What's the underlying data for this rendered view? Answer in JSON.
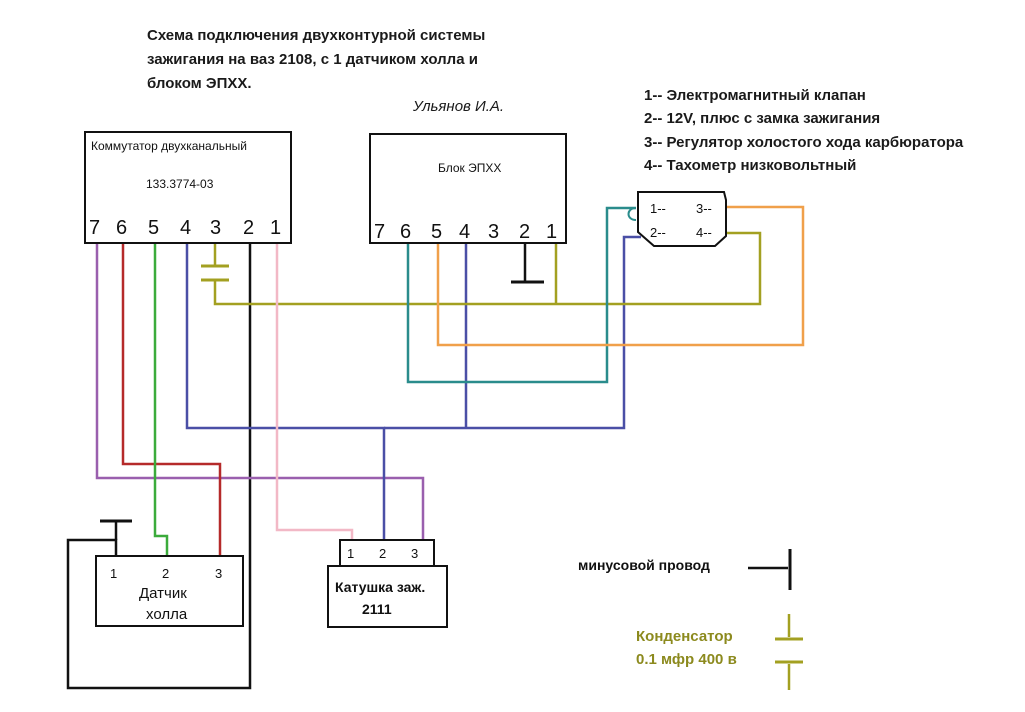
{
  "title": {
    "line1": "Схема подключения двухконтурной системы",
    "line2": "зажигания на ваз 2108, с  1 датчиком холла и",
    "line3": "блоком ЭПХХ."
  },
  "author": "Ульянов И.А.",
  "legend": [
    "1-- Электромагнитный клапан",
    "2-- 12V, плюс с замка зажигания",
    "3-- Регулятор холостого хода карбюратора",
    "4-- Тахометр низковольтный"
  ],
  "switch": {
    "name": "Коммутатор двухканальный",
    "part": "133.3774-03",
    "pins": [
      "7",
      "6",
      "5",
      "4",
      "3",
      "2",
      "1"
    ]
  },
  "epxx": {
    "name": "Блок ЭПХХ",
    "pins": [
      "7",
      "6",
      "5",
      "4",
      "3",
      "2",
      "1"
    ]
  },
  "connector": {
    "p1": "1--",
    "p2": "2--",
    "p3": "3--",
    "p4": "4--"
  },
  "hall_sensor": {
    "name_line1": "Датчик",
    "name_line2": "холла",
    "pins": [
      "1",
      "2",
      "3"
    ]
  },
  "coil": {
    "name_line1": "Катушка заж.",
    "name_line2": "2111",
    "pins": [
      "1",
      "2",
      "3"
    ]
  },
  "key": {
    "ground_label": "минусовой провод",
    "capacitor_line1": "Конденсатор",
    "capacitor_line2": "0.1 мфр 400 в"
  },
  "colors": {
    "black": "#111111",
    "purple": "#9a5fae",
    "red": "#b52a2a",
    "green": "#3bab3b",
    "blue": "#4a4fa6",
    "olive": "#a3a021",
    "pink": "#f2b8c6",
    "teal": "#2a8c8c",
    "orange": "#f0a04a",
    "capacitor_text": "#8c8a1e"
  }
}
